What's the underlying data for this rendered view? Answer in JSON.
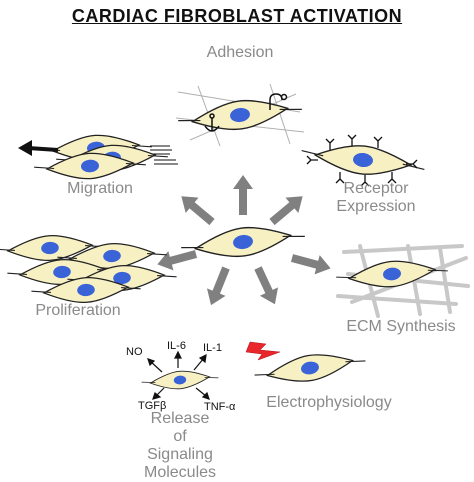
{
  "title": "CARDIAC FIBROBLAST ACTIVATION",
  "labels": {
    "adhesion": "Adhesion",
    "migration": "Migration",
    "receptor_line1": "Receptor",
    "receptor_line2": "Expression",
    "proliferation": "Proliferation",
    "ecm": "ECM Synthesis",
    "release_line1": "Release",
    "release_line2": "of",
    "release_line3": "Signaling",
    "release_line4": "Molecules",
    "electro": "Electrophysiology"
  },
  "signals": {
    "no": "NO",
    "il6": "IL-6",
    "il1": "IL-1",
    "tgfb": "TGFβ",
    "tnfa": "TNF-α"
  },
  "colors": {
    "cell_fill": "#f7f0c3",
    "nucleus": "#3b63d8",
    "arrow": "#808080",
    "label": "#8a8a8a",
    "ecm_fibers": "#c8c8c8",
    "lightning": "#e8262b"
  }
}
